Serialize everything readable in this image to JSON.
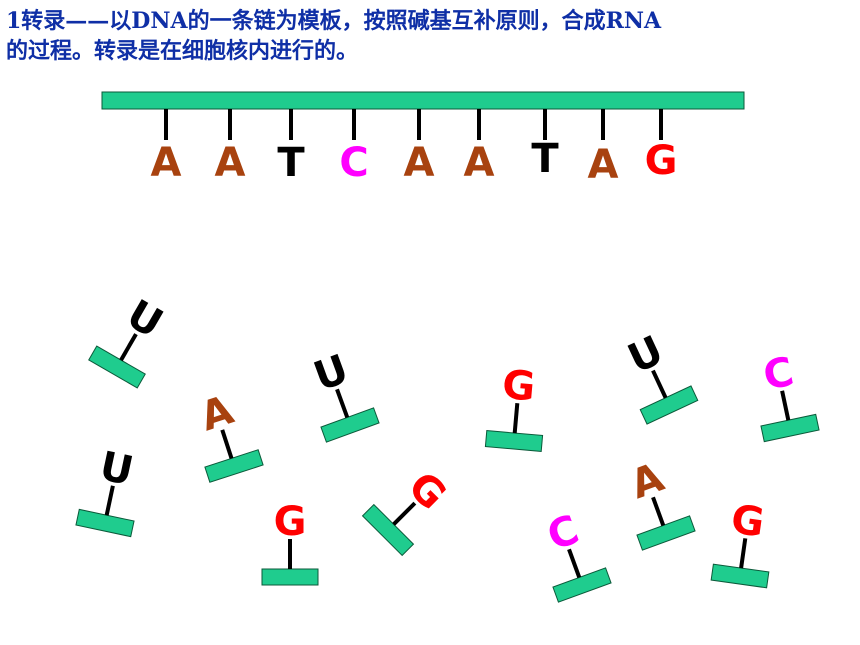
{
  "slide": {
    "title_line1": "1转录——以DNA的一条链为模板，按照碱基互补原则，合成RNA",
    "title_line2": "的过程。转录是在细胞核内进行的。"
  },
  "colors": {
    "backbone": "#1fcc8e",
    "backbone_stroke": "#0b5a3a",
    "A": "#a8420f",
    "T": "#000000",
    "U": "#000000",
    "C": "#ff00ff",
    "G": "#ff0000"
  },
  "dna_template": {
    "bases": [
      "A",
      "A",
      "T",
      "C",
      "A",
      "A",
      "T",
      "A",
      "G"
    ]
  },
  "free_nucleotides": [
    "U",
    "A",
    "U",
    "G",
    "U",
    "C",
    "U",
    "G",
    "G",
    "C",
    "A",
    "G"
  ]
}
